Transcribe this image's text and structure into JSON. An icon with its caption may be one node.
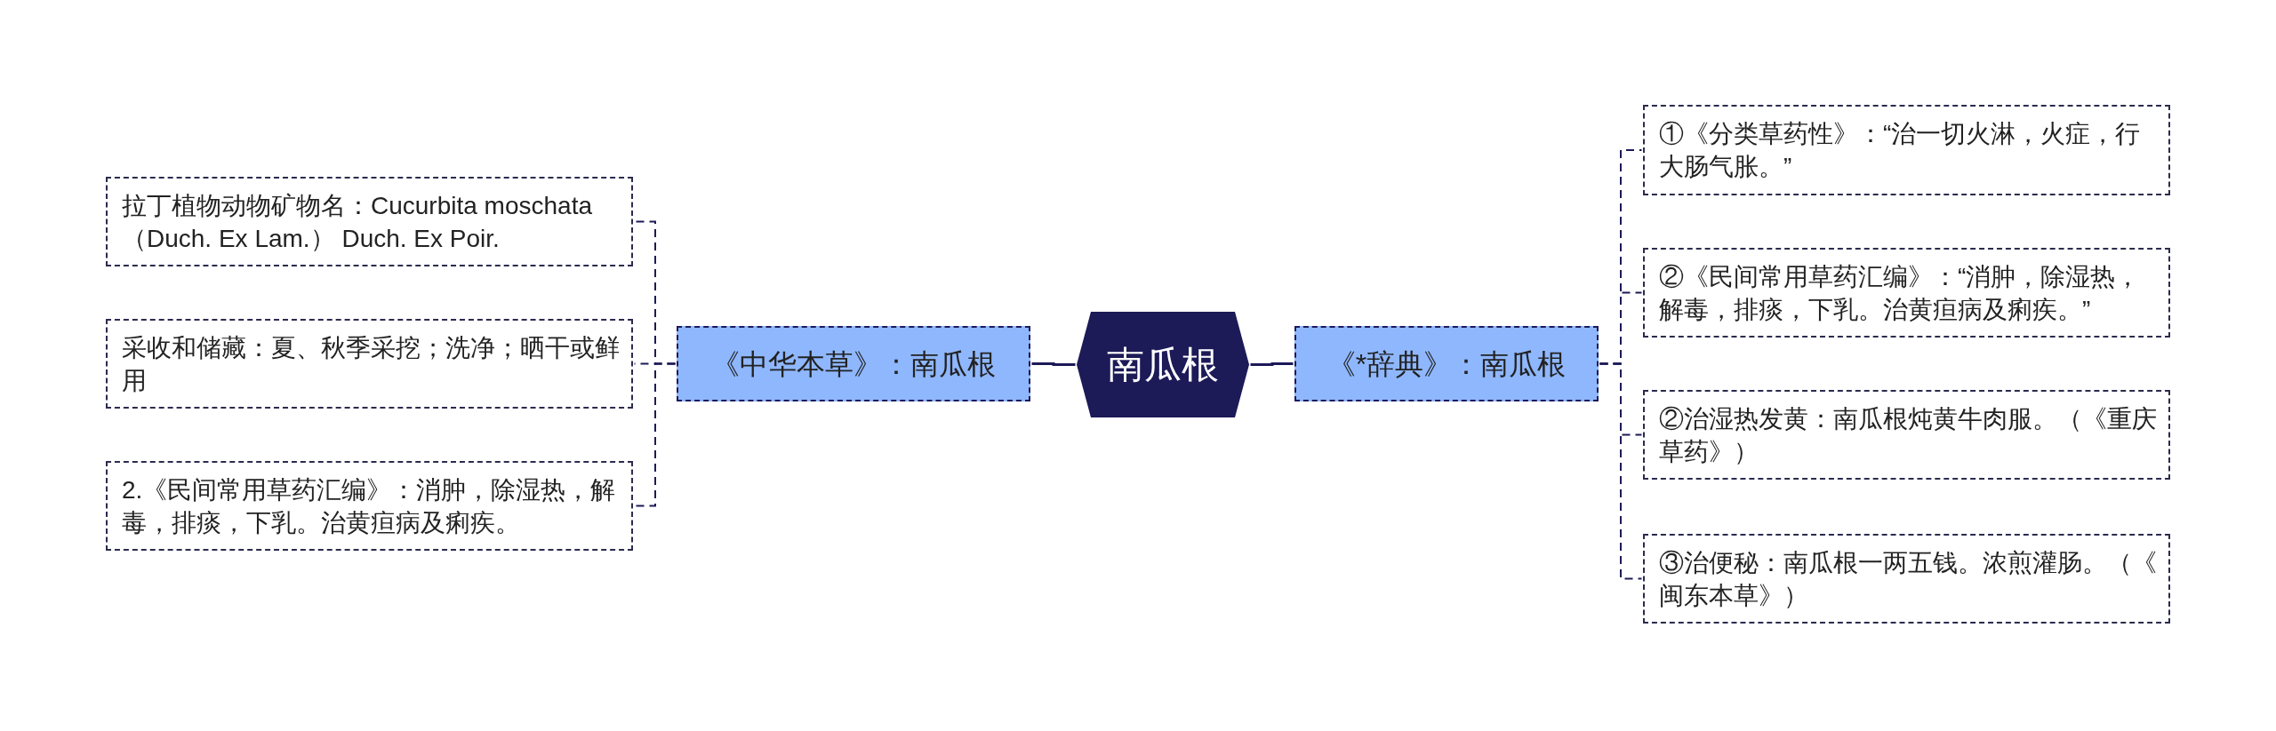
{
  "diagram": {
    "nodes": [
      {
        "text": [
          "南瓜根"
        ]
      },
      {
        "text": [
          "《中华本草》：南瓜根"
        ]
      },
      {
        "text": [
          "拉丁植物动物矿物名：Cucurbita moschata （Duch. Ex Lam.） Duch. Ex Poir."
        ]
      },
      {
        "text": [
          "采收和储藏：夏、秋季采挖；洗净；晒干或鲜用"
        ]
      },
      {
        "text": [
          "2.《民间常用草药汇编》：消肿，除湿热，解毒，排痰，下乳。治黄疸病及痢疾。"
        ]
      },
      {
        "text": [
          "《*辞典》：南瓜根"
        ]
      },
      {
        "text": [
          "①《分类草药性》：“治一切火淋，火症，行大肠气胀。”"
        ]
      },
      {
        "text": [
          "②《民间常用草药汇编》：“消肿，除湿热，解毒，排痰，下乳。治黄疸病及痢疾。”"
        ]
      },
      {
        "text": [
          "②治湿热发黄：南瓜根炖黄牛肉服。（《重庆草药》）"
        ]
      },
      {
        "text": [
          "③治便秘：南瓜根一两五钱。浓煎灌肠。（《闽东本草》）"
        ]
      }
    ],
    "edges": [
      {
        "from": 0,
        "to": 1,
        "arrow": "none"
      },
      {
        "from": 1,
        "to": 2,
        "arrow": "none",
        "style": "dashed"
      },
      {
        "from": 1,
        "to": 3,
        "arrow": "none",
        "style": "dashed"
      },
      {
        "from": 1,
        "to": 4,
        "arrow": "none",
        "style": "dashed"
      },
      {
        "from": 0,
        "to": 5,
        "arrow": "none"
      },
      {
        "from": 5,
        "to": 6,
        "arrow": "none",
        "style": "dashed"
      },
      {
        "from": 5,
        "to": 7,
        "arrow": "none",
        "style": "dashed"
      },
      {
        "from": 5,
        "to": 8,
        "arrow": "none",
        "style": "dashed"
      },
      {
        "from": 5,
        "to": 9,
        "arrow": "none",
        "style": "dashed"
      }
    ]
  }
}
